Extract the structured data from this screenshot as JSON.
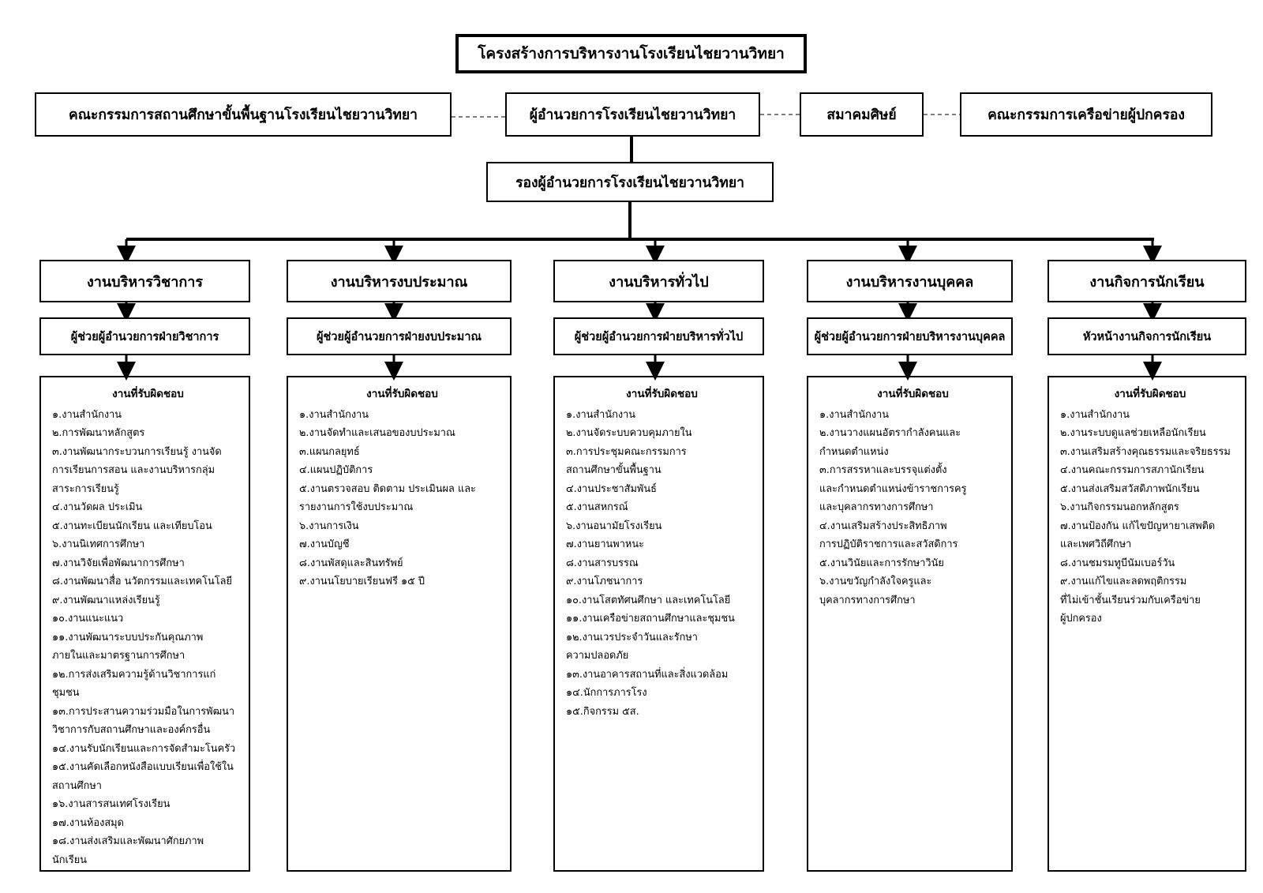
{
  "title": "โครงสร้างการบริหารงานโรงเรียนไชยวานวิทยา",
  "board": "คณะกรรมการสถานศึกษาขั้นพื้นฐานโรงเรียนไชยวานวิทยา",
  "director": "ผู้อำนวยการโรงเรียนไชยวานวิทยา",
  "alumni": "สมาคมศิษย์",
  "parent_network": "คณะกรรมการเครือข่ายผู้ปกครอง",
  "deputy": "รองผู้อำนวยการโรงเรียนไชยวานวิทยา",
  "duties_heading": "งานที่รับผิดชอบ",
  "departments": [
    {
      "name": "งานบริหารวิชาการ",
      "assistant": "ผู้ช่วยผู้อำนวยการฝ่ายวิชาการ",
      "duty_lines": [
        "๑.งานสำนักงาน",
        "๒.การพัฒนาหลักสูตร",
        "๓.งานพัฒนากระบวนการเรียนรู้ งานจัด",
        "การเรียนการสอน และงานบริหารกลุ่ม",
        "สาระการเรียนรู้",
        "๔.งานวัดผล ประเมิน",
        "๕.งานทะเบียนนักเรียน และเทียบโอน",
        "๖.งานนิเทศการศึกษา",
        "๗.งานวิจัยเพื่อพัฒนาการศึกษา",
        "๘.งานพัฒนาสื่อ นวัตกรรมและเทคโนโลยี",
        "๙.งานพัฒนาแหล่งเรียนรู้",
        "๑๐.งานแนะแนว",
        "๑๑.งานพัฒนาระบบประกันคุณภาพ",
        "ภายในและมาตรฐานการศึกษา",
        "๑๒.การส่งเสริมความรู้ด้านวิชาการแก่",
        "ชุมชน",
        "๑๓.การประสานความร่วมมือในการพัฒนา",
        "วิชาการกับสถานศึกษาและองค์กรอื่น",
        "๑๔.งานรับนักเรียนและการจัดสำมะโนครัว",
        "๑๕.งานคัดเลือกหนังสือแบบเรียนเพื่อใช้ใน",
        "สถานศึกษา",
        "๑๖.งานสารสนเทศโรงเรียน",
        "๑๗.งานห้องสมุด",
        "๑๘.งานส่งเสริมและพัฒนาศักยภาพ",
        "นักเรียน"
      ]
    },
    {
      "name": "งานบริหารงบประมาณ",
      "assistant": "ผู้ช่วยผู้อำนวยการฝ่ายงบประมาณ",
      "duty_lines": [
        "๑.งานสำนักงาน",
        "๒.งานจัดทำและเสนอของบประมาณ",
        "๓.แผนกลยุทธ์",
        "๔.แผนปฏิบัติการ",
        "๕.งานตรวจสอบ ติดตาม ประเมินผล และ",
        "รายงานการใช้งบประมาณ",
        "๖.งานการเงิน",
        "๗.งานบัญชี",
        "๘.งานพัสดุและสินทรัพย์",
        "๙.งานนโยบายเรียนฟรี ๑๕ ปี"
      ]
    },
    {
      "name": "งานบริหารทั่วไป",
      "assistant": "ผู้ช่วยผู้อำนวยการฝ่ายบริหารทั่วไป",
      "duty_lines": [
        "๑.งานสำนักงาน",
        "๒.งานจัดระบบควบคุมภายใน",
        "๓.การประชุมคณะกรรมการ",
        "สถานศึกษาขั้นพื้นฐาน",
        "๔.งานประชาสัมพันธ์",
        "๕.งานสหกรณ์",
        "๖.งานอนามัยโรงเรียน",
        "๗.งานยานพาหนะ",
        "๘.งานสารบรรณ",
        "๙.งานโภชนาการ",
        "๑๐.งานโสตทัศนศึกษา และเทคโนโลยี",
        "๑๑.งานเครือข่ายสถานศึกษาและชุมชน",
        "๑๒.งานเวรประจำวันและรักษา",
        "ความปลอดภัย",
        "๑๓.งานอาคารสถานที่และสิ่งแวดล้อม",
        "๑๔.นักการภารโรง",
        "๑๕.กิจกรรม ๕ส."
      ]
    },
    {
      "name": "งานบริหารงานบุคคล",
      "assistant": "ผู้ช่วยผู้อำนวยการฝ่ายบริหารงานบุคคล",
      "duty_lines": [
        "๑.งานสำนักงาน",
        "๒.งานวางแผนอัตรากำลังคนและ",
        "กำหนดตำแหน่ง",
        "๓.การสรรหาและบรรจุแต่งตั้ง",
        "และกำหนดตำแหน่งข้าราชการครู",
        "และบุคลากรทางการศึกษา",
        "๔.งานเสริมสร้างประสิทธิภาพ",
        "การปฏิบัติราชการและสวัสดิการ",
        "๕.งานวินัยและการรักษาวินัย",
        "๖.งานขวัญกำลังใจครูและ",
        "บุคลากรทางการศึกษา"
      ]
    },
    {
      "name": "งานกิจการนักเรียน",
      "assistant": "หัวหน้างานกิจการนักเรียน",
      "duty_lines": [
        "๑.งานสำนักงาน",
        "๒.งานระบบดูแลช่วยเหลือนักเรียน",
        "๓.งานเสริมสร้างคุณธรรมและจริยธรรม",
        "๔.งานคณะกรรมการสภานักเรียน",
        "๕.งานส่งเสริมสวัสดิภาพนักเรียน",
        "๖.งานกิจกรรมนอกหลักสูตร",
        "๗.งานป้องกัน แก้ไขปัญหายาเสพติด",
        "และเพศวิถีศึกษา",
        "๘.งานชมรมทูบีนัมเบอร์วัน",
        "๙.งานแก้ไขและลดพฤติกรรม",
        "ที่ไม่เข้าชั้นเรียนร่วมกับเครือข่าย",
        "ผู้ปกครอง"
      ]
    }
  ]
}
